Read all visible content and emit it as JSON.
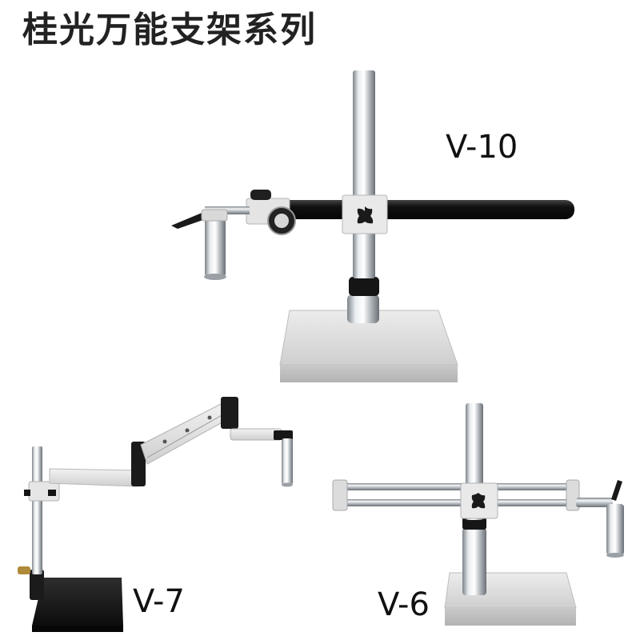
{
  "title": "桂光万能支架系列",
  "products": [
    {
      "model": "V-10",
      "icon": "boom-stand-single-arm"
    },
    {
      "model": "V-7",
      "icon": "articulating-arm-stand"
    },
    {
      "model": "V-6",
      "icon": "boom-stand-double-bar"
    }
  ],
  "colors": {
    "base_grey": "#dedede",
    "base_black": "#1c1c1c",
    "arm_black": "#151515",
    "chrome": "#c8ccd0"
  }
}
